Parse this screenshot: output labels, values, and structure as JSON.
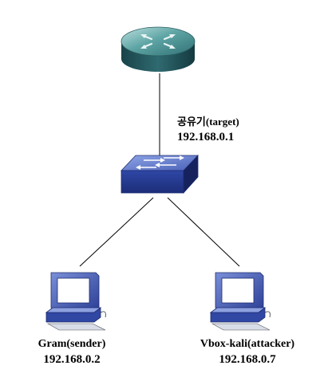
{
  "router": {
    "name": "공유기(target)",
    "ip": "192.168.0.1"
  },
  "switch": {},
  "hosts": [
    {
      "name": "Gram(sender)",
      "ip": "192.168.0.2"
    },
    {
      "name": "Vbox-kali(attacker)",
      "ip": "192.168.0.7"
    }
  ],
  "colors": {
    "router_top": "#4f9a9a",
    "router_side": "#1f4f55",
    "switch_body": "#3a4f9c",
    "switch_side": "#1d2c70",
    "pc_body": "#3b4ea8",
    "pc_screen": "#ffffff",
    "link": "#000000"
  }
}
